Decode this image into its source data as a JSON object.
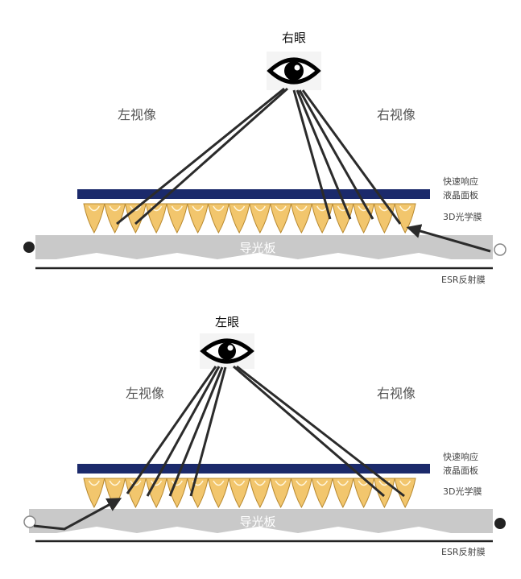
{
  "panels": [
    {
      "eye_label": "右眼",
      "left_view_label": "左视像",
      "right_view_label": "右视像",
      "lcd_label_line1": "快速响应",
      "lcd_label_line2": "液晶面板",
      "film_label": "3D光学膜",
      "light_guide_label": "导光板",
      "esr_label": "ESR反射膜",
      "active_source": "right"
    },
    {
      "eye_label": "左眼",
      "left_view_label": "左视像",
      "right_view_label": "右视像",
      "lcd_label_line1": "快速响应",
      "lcd_label_line2": "液晶面板",
      "film_label": "3D光学膜",
      "light_guide_label": "导光板",
      "esr_label": "ESR反射膜",
      "active_source": "left"
    }
  ],
  "colors": {
    "lcd_panel": "#1b2a6b",
    "prism_fill": "#f2c66d",
    "prism_edge": "#b7882e",
    "light_guide": "#c9c9c9",
    "esr_line": "#222222",
    "ray": "#2b2b2b",
    "text": "#555555"
  }
}
